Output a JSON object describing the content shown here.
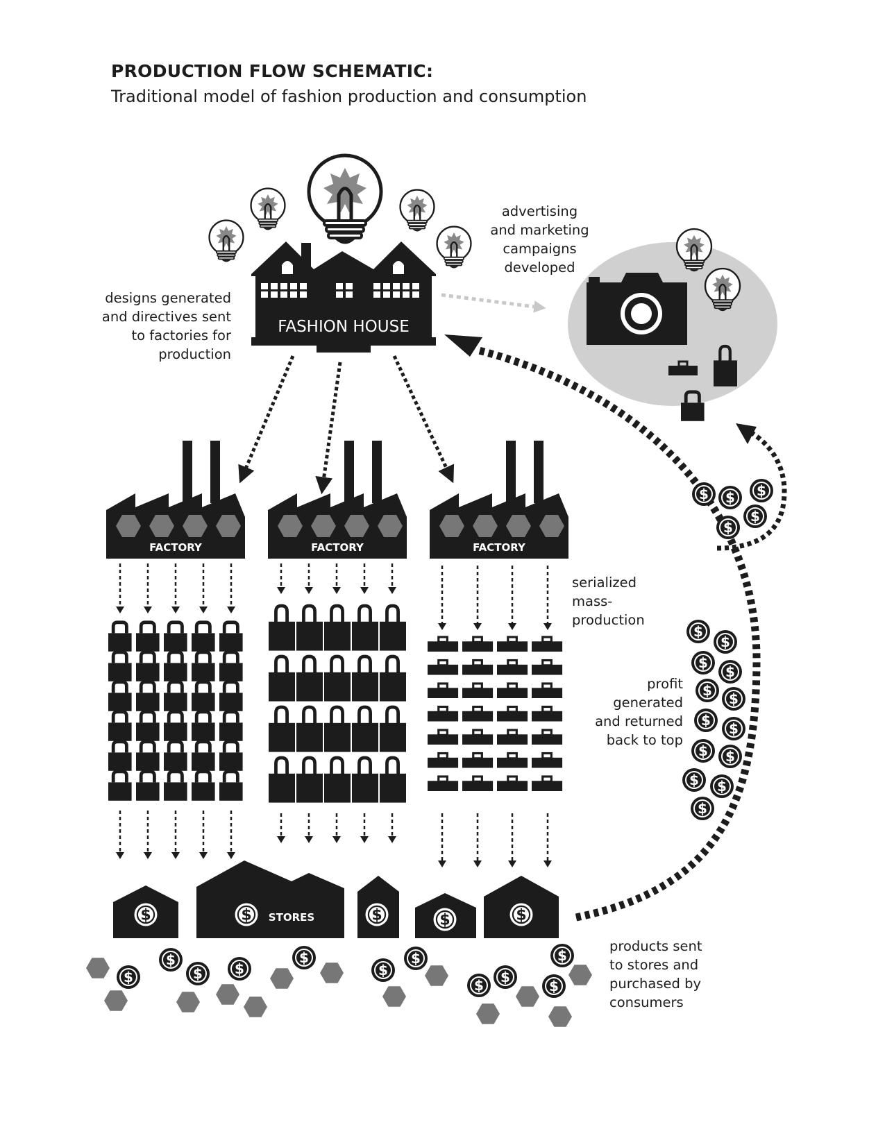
{
  "title": "PRODUCTION FLOW SCHEMATIC:",
  "subtitle": "Traditional model of fashion production and consumption",
  "labels": {
    "fashion_house": "FASHION HOUSE",
    "factory": "FACTORY",
    "stores": "STORES",
    "dollar": "$"
  },
  "notes": {
    "designs": "designs generated\nand directives sent\nto factories for\nproduction",
    "advertising": "advertising\nand marketing\ncampaigns\ndeveloped",
    "serialized": "serialized\nmass-\nproduction",
    "profit": "profit\ngenerated\nand returned\nback to top",
    "products": "products sent\nto stores and\npurchased by\nconsumers"
  },
  "colors": {
    "ink": "#1c1c1c",
    "gray": "#777777",
    "light_gray": "#d0d0d0",
    "arrow_gray": "#c8c8c8"
  }
}
